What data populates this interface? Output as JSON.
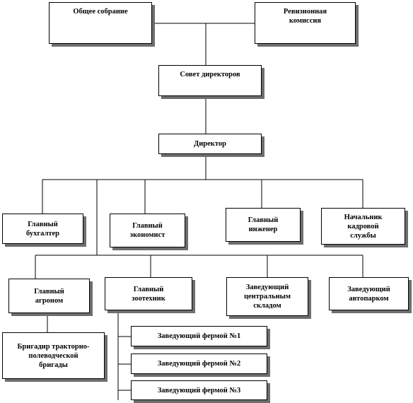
{
  "diagram": {
    "nodes": {
      "general_meeting": "Общее собрание",
      "audit_commission": "Ревизионная\nкомиссия",
      "board": "Совет директоров",
      "director": "Директор",
      "chief_accountant": "Главный\nбухгалтер",
      "chief_economist": "Главный\nэкономист",
      "chief_engineer": "Главный\nинженер",
      "hr_head": "Начальник\nкадровой\nслужбы",
      "chief_agronomist": "Главный\nагроном",
      "chief_zootechnician": "Главный\nзоотехник",
      "warehouse_head": "Заведующий\nцентральным\nскладом",
      "garage_head": "Заведующий\nавтопарком",
      "brigade_foreman": "Бригадир тракторно-\nполеводческой\nбригады",
      "farm1_head": "Заведующий фермой №1",
      "farm2_head": "Заведующий фермой №2",
      "farm3_head": "Заведующий фермой №3"
    }
  },
  "colors": {
    "line": "#000000",
    "shadow": "#6e6e6e",
    "box": "#ffffff"
  }
}
